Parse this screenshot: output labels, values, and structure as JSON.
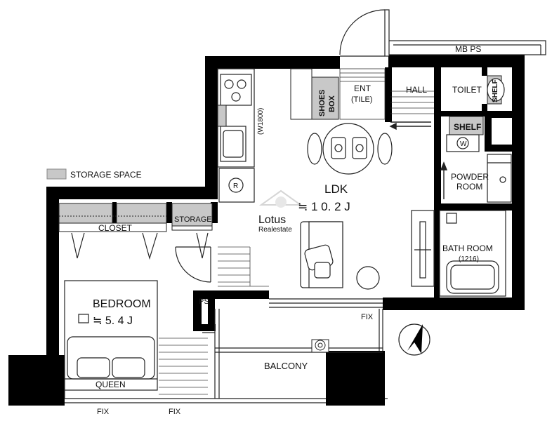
{
  "legend": {
    "storage_space": "STORAGE SPACE"
  },
  "rooms": {
    "ldk": "LDK",
    "ldk_size": "≒ 1 0. 2 J",
    "bedroom": "BEDROOM",
    "bedroom_size": "≒ 5. 4 J",
    "closet": "CLOSET",
    "storage": "STORAGE",
    "queen": "QUEEN",
    "balcony": "BALCONY",
    "ent": "ENT",
    "ent_sub": "(TILE)",
    "hall": "HALL",
    "toilet": "TOILET",
    "shelf_toilet": "SHELF",
    "shelf_powder": "SHELF",
    "powder_line1": "POWDER",
    "powder_line2": "ROOM",
    "bath_room": "BATH ROOM",
    "bath_size": "(1216)",
    "shoes_line1": "SHOES",
    "shoes_line2": "BOX",
    "kitchen_width": "(W1800)",
    "mb_ps": "MB  PS",
    "ps": "PS",
    "fix_balcony": "FIX",
    "fix_bottom_1": "FIX",
    "fix_bottom_2": "FIX",
    "washer": "W",
    "fridge": "R"
  },
  "watermark": {
    "brand": "Lotus",
    "sub": "Realestate"
  },
  "colors": {
    "wall": "#000000",
    "storage": "#c8c8c8",
    "line": "#222222"
  }
}
